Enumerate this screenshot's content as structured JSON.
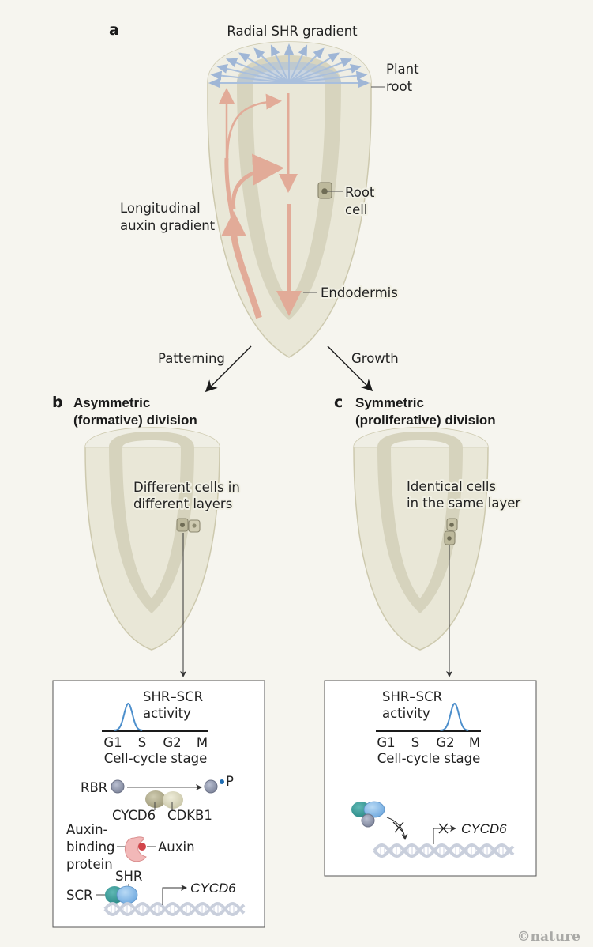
{
  "panel_a": {
    "letter": "a",
    "title": "Radial SHR gradient",
    "plant_root_label": [
      "Plant",
      "root"
    ],
    "root_cell_label": [
      "Root",
      "cell"
    ],
    "auxin_label": [
      "Longitudinal",
      "auxin gradient"
    ],
    "endodermis_label": "Endodermis"
  },
  "branches": {
    "left": "Patterning",
    "right": "Growth"
  },
  "panel_b": {
    "letter": "b",
    "title": [
      "Asymmetric",
      "(formative) division"
    ],
    "cells_label": [
      "Different cells in",
      "different layers"
    ],
    "box": {
      "activity_label": [
        "SHR–SCR",
        "activity"
      ],
      "stages": [
        "G1",
        "S",
        "G2",
        "M"
      ],
      "axis_label": "Cell-cycle stage",
      "peak_stage": "G1",
      "rbr": "RBR",
      "phospho": "P",
      "cycd6": "CYCD6",
      "cdkb1": "CDKB1",
      "auxin_binding": [
        "Auxin-",
        "binding",
        "protein"
      ],
      "auxin": "Auxin",
      "shr": "SHR",
      "scr": "SCR",
      "gene": "CYCD6"
    }
  },
  "panel_c": {
    "letter": "c",
    "title": [
      "Symmetric",
      "(proliferative) division"
    ],
    "cells_label": [
      "Identical cells",
      "in the same layer"
    ],
    "box": {
      "activity_label": [
        "SHR–SCR",
        "activity"
      ],
      "stages": [
        "G1",
        "S",
        "G2",
        "M"
      ],
      "axis_label": "Cell-cycle stage",
      "peak_stage": "G2",
      "gene": "CYCD6"
    }
  },
  "credit": "©nature",
  "colors": {
    "background": "#f6f5ef",
    "root_fill": "#e9e7d7",
    "root_cap": "#efeee4",
    "endodermis": "#d6d3bd",
    "auxin_arrow": "#e2ab98",
    "shr_arrow": "#a9bfdc",
    "curve": "#4d8fcc",
    "dna": "#c9cfdc"
  }
}
